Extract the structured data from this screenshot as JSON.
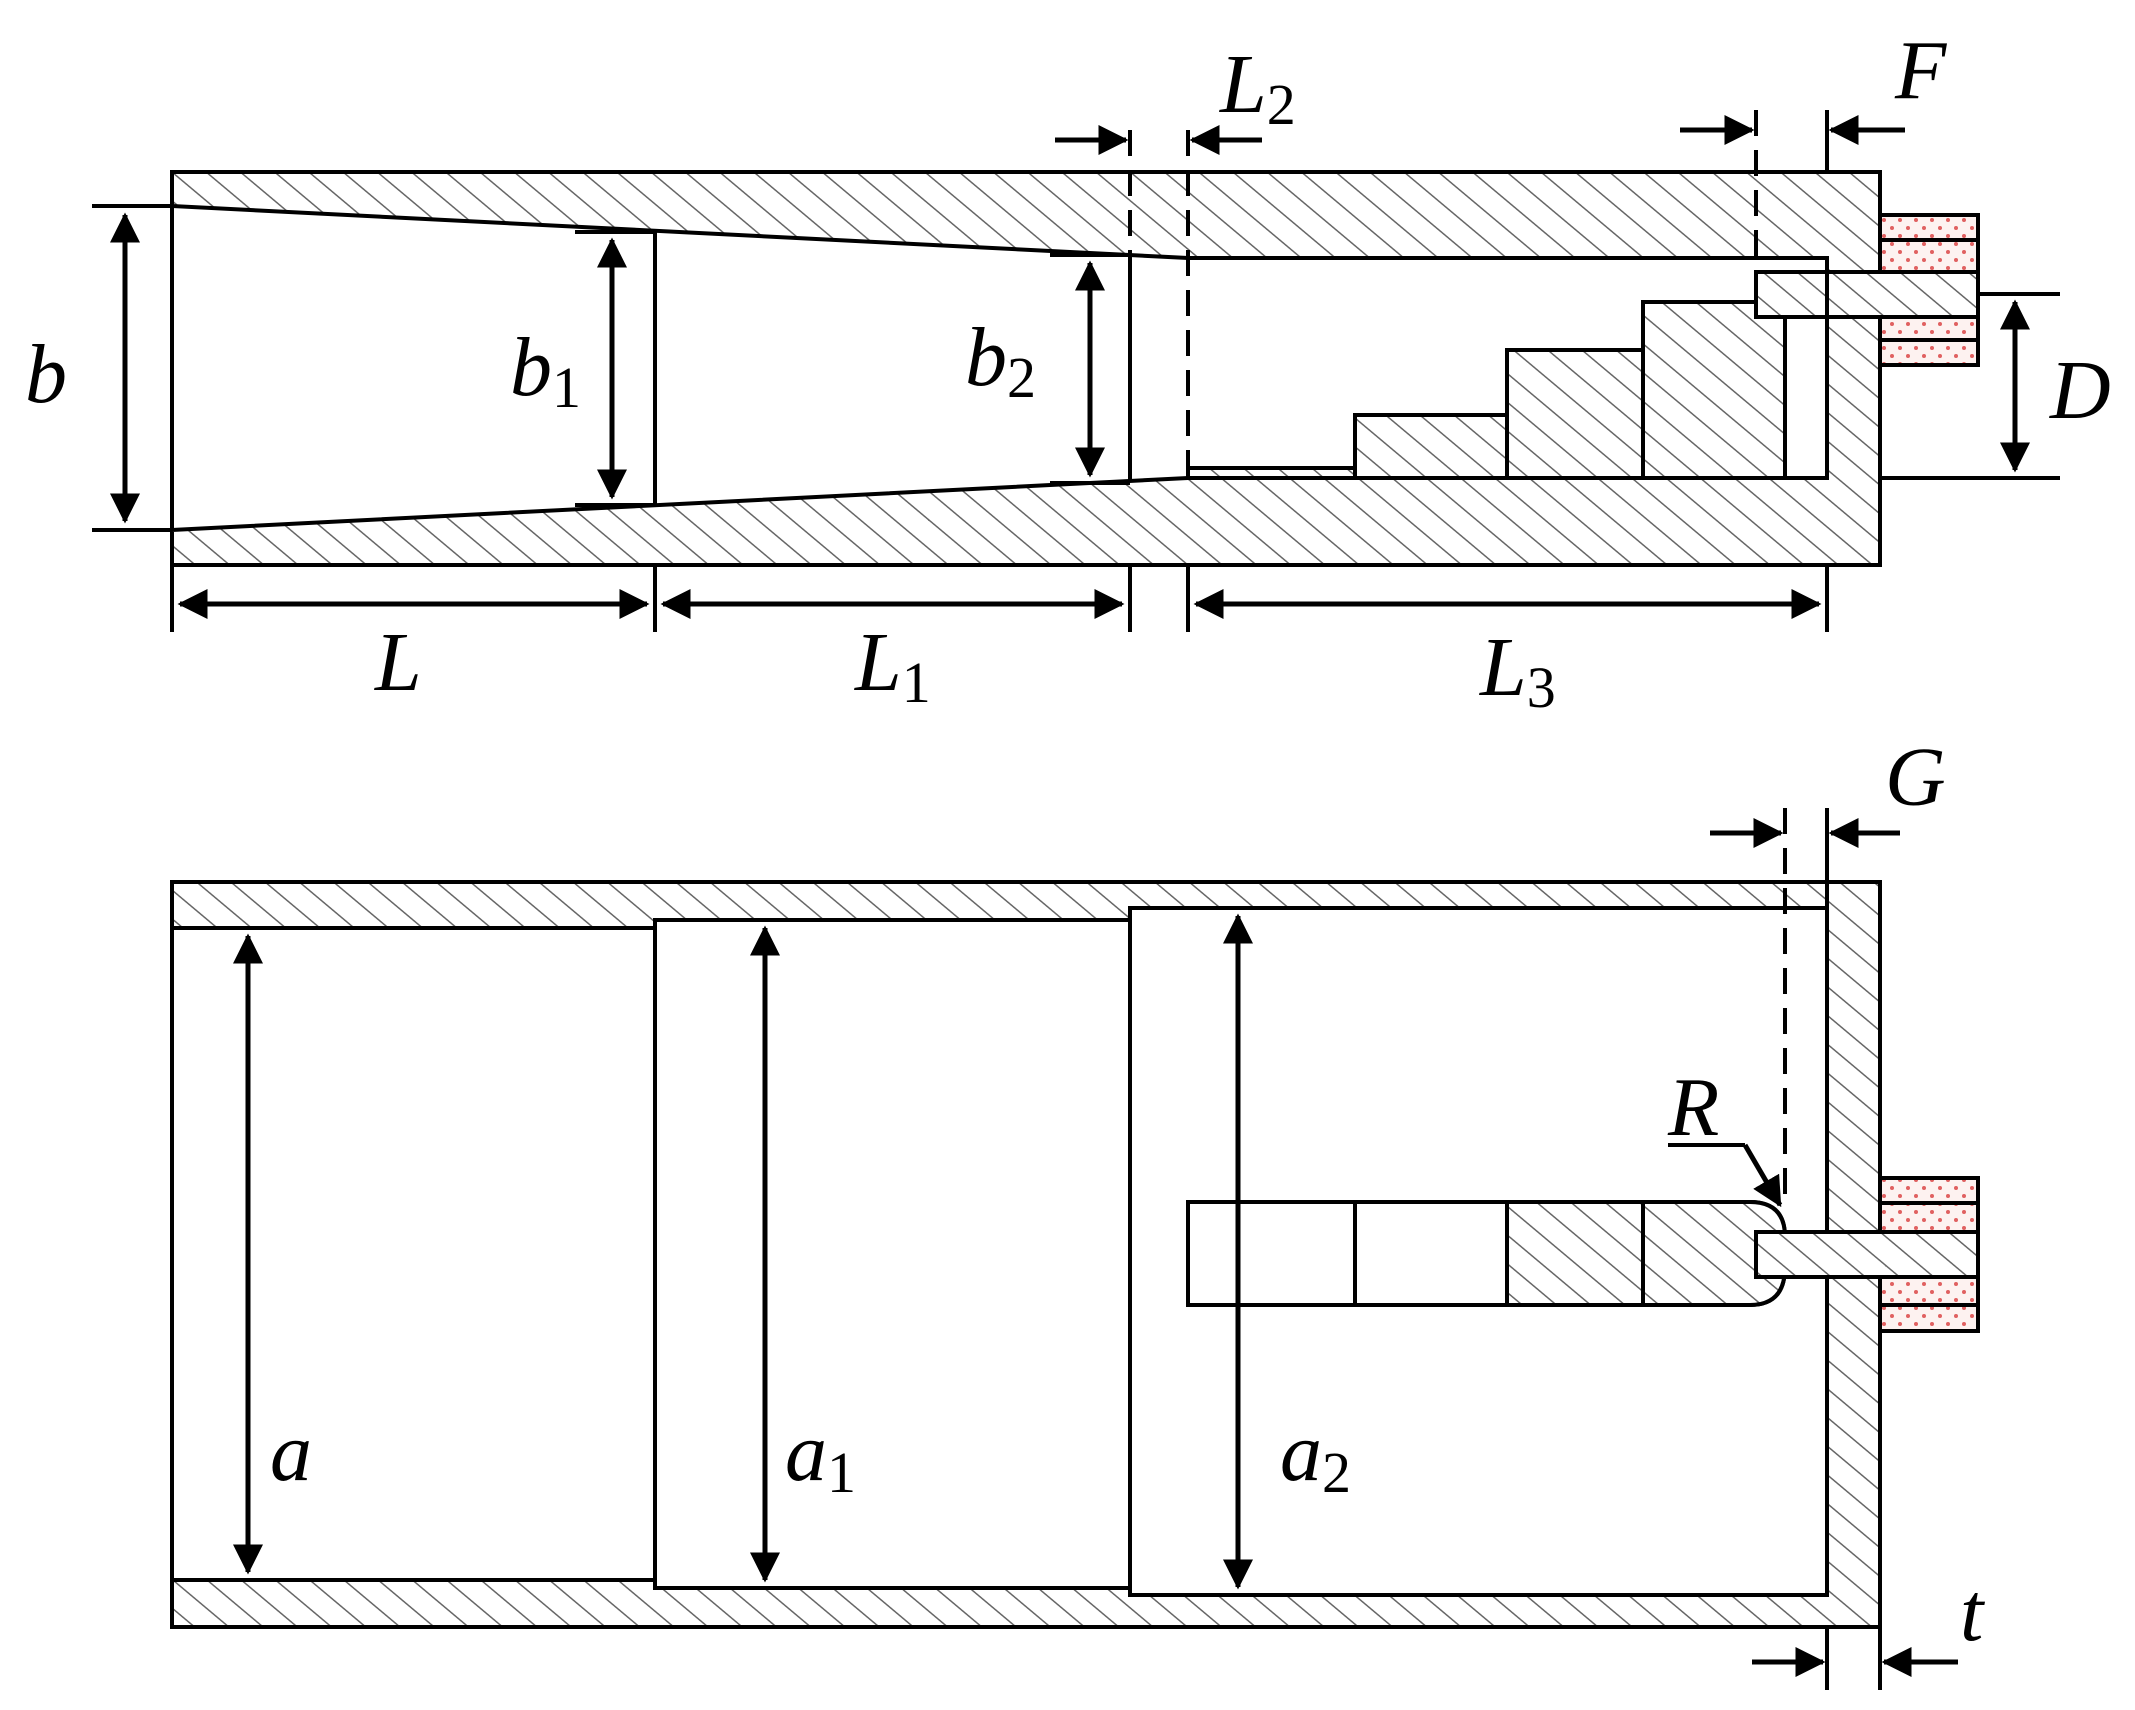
{
  "diagram": {
    "top_view": {
      "labels": {
        "b": "b",
        "b1": {
          "base": "b",
          "sub": "1"
        },
        "b2": {
          "base": "b",
          "sub": "2"
        },
        "L": "L",
        "L1": {
          "base": "L",
          "sub": "1"
        },
        "L2": {
          "base": "L",
          "sub": "2"
        },
        "L3": {
          "base": "L",
          "sub": "3"
        },
        "F": "F",
        "D": "D"
      }
    },
    "bottom_view": {
      "labels": {
        "a": "a",
        "a1": {
          "base": "a",
          "sub": "1"
        },
        "a2": {
          "base": "a",
          "sub": "2"
        },
        "G": "G",
        "R": "R",
        "t": "t"
      }
    },
    "colors": {
      "line": "#000000",
      "hatch": "#555555",
      "dielectric_dots": "#e06060"
    }
  }
}
